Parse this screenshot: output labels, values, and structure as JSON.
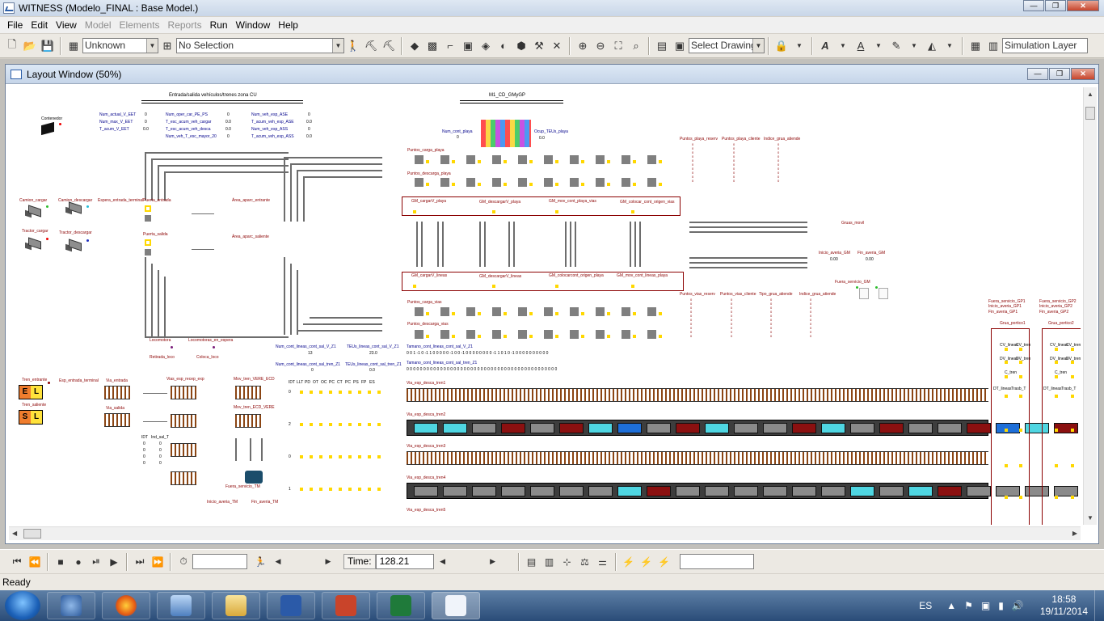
{
  "window": {
    "title": "WITNESS (Modelo_FINAL : Base Model.)"
  },
  "menu": [
    "File",
    "Edit",
    "View",
    "Model",
    "Elements",
    "Reports",
    "Run",
    "Window",
    "Help"
  ],
  "menu_disabled": [
    "Model",
    "Elements",
    "Reports"
  ],
  "toolbar": {
    "unit_combo": "Unknown",
    "selection_combo": "No Selection",
    "drawing_combo": "Select Drawing",
    "layer_combo": "Simulation Layer"
  },
  "layout_window": {
    "title": "Layout Window (50%)"
  },
  "canvas": {
    "sections": {
      "entrance": "Entrada/salida vehículos/trenes zona CU",
      "m1": "M1_CD_GMyGP"
    },
    "labels": {
      "contenedor": "Contenedor",
      "num_cont_playa": "Num_cont_playa",
      "num_cont_playa_val": "0",
      "ocup_teus": "Ocup_TEUs_playa",
      "ocup_teus_val": "0.0",
      "puntos_carga_playa": "Puntos_carga_playa",
      "puntos_descarga_playa": "Puntos_descarga_playa",
      "puntos_carga_vias": "Puntos_carga_vias",
      "puntos_descarga_vias": "Puntos_descarga_vias",
      "camion_cargar": "Camion_cargar",
      "camion_descargar": "Camion_descargar",
      "espera_entrada": "Espera_entrada_terminal",
      "puerta_entrada": "Puerta_entrada",
      "puerta_salida": "Puerta_salida",
      "tractor_cargar": "Tractor_cargar",
      "tractor_descargar": "Tractor_descargar",
      "area_aparc_entrante": "Área_aparc_entrante",
      "area_aparc_saliente": "Área_aparc_saliente",
      "gm_cargar_playa": "GM_cargarV_playa",
      "gm_descargar_playa": "GM_descargarV_playa",
      "gm_mov_cont_playa_vias": "GM_mov_cont_playa_vias",
      "gm_colocar_cont_origen_vias": "GM_colocar_cont_origen_vias",
      "gm_cargar_lineas": "GM_cargarV_lineas",
      "gm_descargar_lineas": "GM_descargarV_lineas",
      "gm_colocar_cont_origen_playa": "GM_colocarcont_origen_playa",
      "gm_mov_cont_lineas_playa": "GM_mov_cont_lineas_playa",
      "gruas_movil": "Gruas_movil",
      "inicio_averia_gm": "Inicio_averia_GM",
      "fin_averia_gm": "Fin_averia_GM",
      "fuera_servicio_gm": "Fuera_servicio_GM",
      "locomotora": "Locomotora",
      "locomotoras_espera": "Locomotoras_en_espera",
      "retirada_loco": "Retirada_loco",
      "coloca_loco": "Coloca_loco",
      "tren_entrante": "Tren_entrante",
      "tren_saliente": "Tren_saliente",
      "esp_entrada_terminal": "Esp_entrada_terminal",
      "via_entrada": "Via_entrada",
      "via_salida": "Via_salida",
      "vias_esp_recep_exp": "Vias_esp_recep_exp",
      "mov_tren_vere_ecd": "Mov_tren_VERE_ECD",
      "mov_tren_ecd_vere": "Mov_tren_ECD_VERE",
      "fuera_servicio_tm": "Fuera_servicio_TM",
      "inicio_averia_tm": "Inicio_averia_TM",
      "fin_averia_tm": "Fin_averia_TM",
      "num_cont_lineas_sal": "Num_cont_lineas_cont_sal_V_Z1",
      "teus_lineas_sal": "TEUs_lineas_cont_sal_V_Z1",
      "num_cont_lineas_tren": "Num_cont_lineas_cont_sal_tren_Z1",
      "teus_lineas_tren": "TEUs_lineas_cont_sal_tren_Z1",
      "tamano_cont_1": "Tamano_cont_lineas_cont_sal_V_Z1",
      "tamano_cont_2": "Tamano_cont_lineas_cont_sal_tren_Z1",
      "via_esp_desca_tren1": "Via_esp_desca_tren1",
      "via_esp_desca_tren2": "Via_esp_desca_tren2",
      "via_esp_desca_tren3": "Via_esp_desca_tren3",
      "via_esp_desca_tren4": "Via_esp_desca_tren4",
      "via_esp_desca_tren5": "Via_esp_desca_tren5",
      "grua_portico1": "Grua_portico1",
      "grua_portico2": "Grua_portico2",
      "fuera_servicio_gp1": "Fuera_servicio_GP1",
      "inicio_averia_gp1": "Inicio_averia_GP1",
      "fin_averia_gp1": "Fin_averia_GP1",
      "fuera_servicio_gp2": "Fuera_servicio_GP2",
      "inicio_averia_gp2": "Inicio_averia_GP2",
      "fin_averia_gp2": "Fin_averia_GP2",
      "puntos_playa_reserv": "Puntos_playa_reserv",
      "puntos_playa_cliente": "Puntos_playa_cliente",
      "indice_grua_atiende": "Indice_grua_atiende",
      "puntos_vias_reserv": "Puntos_vias_reserv",
      "puntos_vias_cliente": "Puntos_vias_cliente",
      "tipo_grua_atiende": "Tipo_grua_atiende"
    },
    "stats_left": [
      "Num_actual_V_EET",
      "Num_max_V_EET",
      "T_acum_V_EET"
    ],
    "stats_mid": [
      "Num_oper_car_PE_PS",
      "T_esc_acum_veh_cargar",
      "T_esc_acum_veh_desca",
      "Num_veh_T_esc_mayor_20"
    ],
    "stats_right": [
      "Num_veh_esp_ASE",
      "T_acum_veh_esp_ASE",
      "Num_veh_esp_ASS",
      "T_acum_veh_esp_ASS"
    ],
    "stats_left_values": [
      "0",
      "0",
      "0.0"
    ],
    "stats_mid_values": [
      "0",
      "0.0",
      "0.0",
      "0"
    ],
    "stats_right_values": [
      "0",
      "0.0",
      "0",
      "0.0"
    ],
    "lineas_values": {
      "num_sal": "13",
      "teus_sal": "23.0",
      "num_tren": "0",
      "teus_tren": "0.0"
    },
    "gm_values": {
      "inicio": "0.00",
      "fin": "0.00"
    },
    "table_headers": [
      "IDT",
      "LLT",
      "PD",
      "OT",
      "OC",
      "PC",
      "CT",
      "PC",
      "PS",
      "FP",
      "ES"
    ],
    "table_rows": [
      "0",
      "2",
      "0",
      "1"
    ],
    "idt_labels": [
      "IDT",
      "Ind_sal_T"
    ],
    "idt_values": [
      "0",
      "0",
      "0",
      "0",
      "0",
      "0",
      "0",
      "0"
    ],
    "tren_letters": {
      "entrante": [
        "E",
        "L"
      ],
      "saliente": [
        "S",
        "L"
      ]
    },
    "gp_labels": [
      "CV_lineas",
      "CV_tren",
      "DV_lineas",
      "DV_tren",
      "C_tren",
      "DT_lineas",
      "Trasb_T"
    ],
    "tamano_row1": "0  0  1  -1  0  -1  1  0  0  0  0  0  -1  0  0  -1  0  0  0  0  0  0  0  0  -1  1  0  1  0  -1  0  0  0  0  0  0  0  0  0  0",
    "tamano_row2": "0  0  0  0  0  0  0  0  0  0  0  0  0  0  0  0  0  0  0  0  0  0  0  0  0  0  0  0  0  0  0  0  0  0  0  0  0  0  0  0  0  0  0  0  0",
    "zero_col": "0\n0\n0\n0\n0\n0\n0\n0\n0\n0",
    "small_zero": "0"
  },
  "simbar": {
    "time_label": "Time:",
    "time_value": "128.21",
    "step_value": "",
    "right_field": ""
  },
  "status": {
    "text": "Ready"
  },
  "taskbar": {
    "lang": "ES",
    "time": "18:58",
    "date": "19/11/2014"
  },
  "colors": {
    "label_blue": "#00008b",
    "label_red": "#8b0000",
    "yellow": "#ffd800",
    "gray_block": "#7f7f7f"
  }
}
